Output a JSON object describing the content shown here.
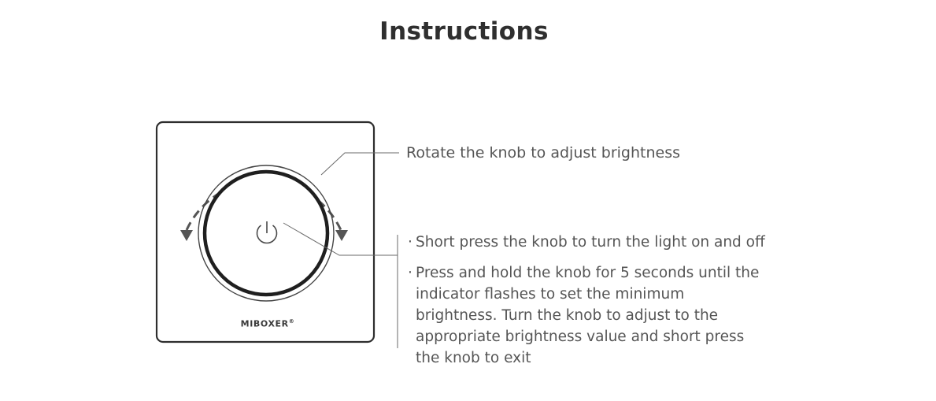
{
  "title": "Instructions",
  "brand": {
    "name": "MIBOXER",
    "mark": "®"
  },
  "notes": {
    "rotate": "Rotate the knob to adjust brightness",
    "press": [
      {
        "bullet": "·",
        "text": "Short press the knob to turn the light on and off"
      },
      {
        "bullet": "·",
        "text": "Press and hold the knob for 5 seconds until the indicator flashes to set the minimum brightness. Turn the knob to adjust to the appropriate brightness value and short press the knob to exit"
      }
    ]
  },
  "icons": {
    "power": "power-icon",
    "rotation": "rotation-arrow-icon"
  },
  "colors": {
    "line": "#3a3a3a",
    "text": "#555555",
    "title": "#2f2f2f"
  }
}
